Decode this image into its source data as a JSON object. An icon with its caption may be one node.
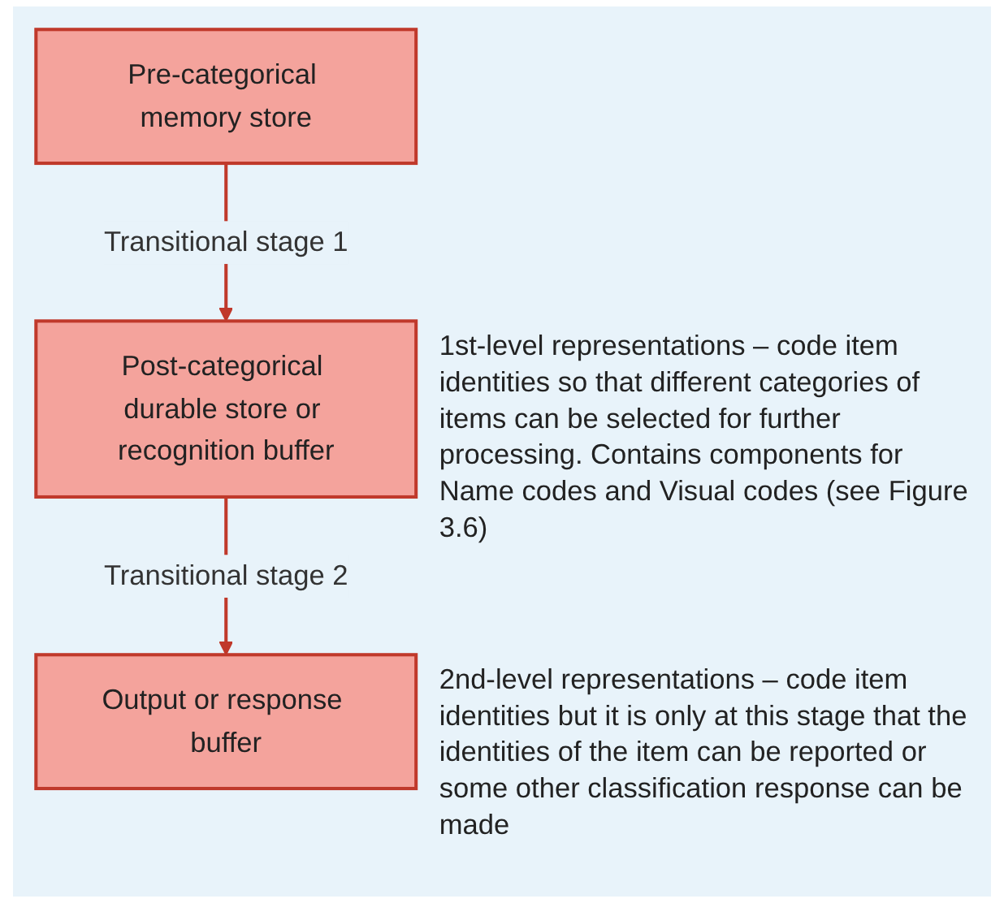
{
  "diagram": {
    "nodes": [
      {
        "text": [
          "Pre-categorical memory store"
        ]
      },
      {
        "text": [
          "Post-categorical durable store or recognition buffer"
        ],
        "beside": [
          "1st-level representations – code item identities so that different categories of items can be selected for further processing. Contains components for Name codes and Visual codes (see Figure 3.6)"
        ]
      },
      {
        "text": [
          "Output or response buffer"
        ],
        "beside": [
          "2nd-level representations – code item identities but it is only at this stage that the identities of the item can be reported or some other classification response can be made"
        ]
      }
    ],
    "edges": [
      {
        "from": 0,
        "to": 1,
        "arrow": "to",
        "label": "Transitional stage 1"
      },
      {
        "from": 1,
        "to": 2,
        "arrow": "to",
        "label": "Transitional stage 2"
      }
    ]
  }
}
